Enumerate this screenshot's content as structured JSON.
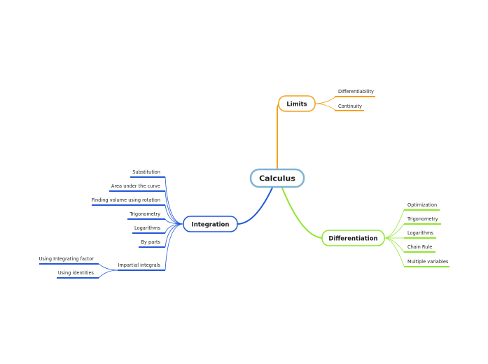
{
  "colors": {
    "central": "#7fb3d5",
    "limits": "#f2a01e",
    "differentiation": "#8ee62a",
    "integration": "#1f57d6",
    "text": "#1b1b1b"
  },
  "central": {
    "label": "Calculus"
  },
  "branches": {
    "limits": {
      "label": "Limits",
      "children": [
        "Differentiability",
        "Continuity"
      ]
    },
    "differentiation": {
      "label": "Differentiation",
      "children": [
        "Optimization",
        "Trigonometry",
        "Logarithms",
        "Chain Rule",
        "Multiple variables"
      ]
    },
    "integration": {
      "label": "Integration",
      "children": [
        "Substitution",
        "Area under the curve",
        "Finding volume using rotation",
        "Trigonometry",
        "Logarithms",
        "By parts",
        "Impartial integrals"
      ],
      "impartial_children": [
        "Using Integrating factor",
        "Using identities"
      ]
    }
  }
}
